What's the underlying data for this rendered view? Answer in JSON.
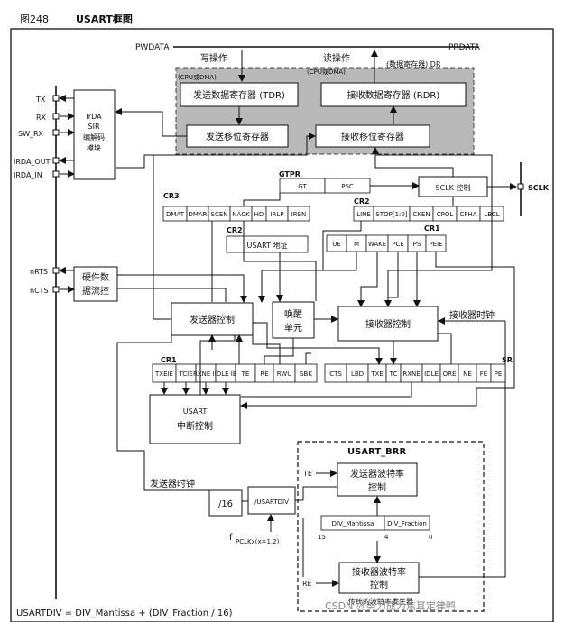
{
  "figure": {
    "caption_number": "图248",
    "caption_title": "USART框图",
    "formula": "USARTDIV = DIV_Mantissa + (DIV_Fraction / 16)",
    "watermark": "CSDN @努力成为焦耳定律鸭"
  },
  "buses": {
    "pwdata": "PWDATA",
    "prdata": "PRDATA",
    "write_op": "写操作",
    "read_op": "读操作",
    "data_register": "(数据寄存器) DR",
    "cpu_dma_1": "(CPU或DMA)",
    "cpu_dma_2": "(CPU或DMA)"
  },
  "registers": {
    "tdr": "发送数据寄存器 (TDR)",
    "rdr": "接收数据寄存器 (RDR)",
    "tx_shift": "发送移位寄存器",
    "rx_shift": "接收移位寄存器"
  },
  "pins": {
    "tx": "TX",
    "rx": "RX",
    "sw_rx": "SW_RX",
    "irda_out": "IRDA_OUT",
    "irda_in": "IRDA_IN",
    "nrts": "nRTS",
    "ncts": "nCTS",
    "sclk": "SCLK"
  },
  "blocks": {
    "irda_1": "IrDA",
    "irda_2": "SIR",
    "irda_3": "编解码",
    "irda_4": "模块",
    "hwflow_1": "硬件数",
    "hwflow_2": "据流控",
    "gtpr": "GTPR",
    "gt": "GT",
    "psc": "PSC",
    "sclk_ctrl": "SCLK 控制",
    "usart_addr": "USART 地址",
    "wakeup_1": "唤醒",
    "wakeup_2": "单元",
    "tx_ctrl": "发送器控制",
    "rx_ctrl": "接收器控制",
    "rx_clock": "接收器时钟",
    "tx_clock": "发送器时钟",
    "irq_1": "USART",
    "irq_2": "中断控制",
    "div16": "/16",
    "usartdiv": "/USARTDIV",
    "fpclk_main": "f",
    "fpclk_sub": "PCLKx(x=1,2)"
  },
  "cr3": {
    "label": "CR3",
    "cells": [
      "DMAT",
      "DMAR",
      "SCEN",
      "NACK",
      "HD",
      "IRLP",
      "IREN"
    ]
  },
  "cr2_top": {
    "label": "CR2",
    "cells": [
      "LINE",
      "STOP[1:0]",
      "CKEN",
      "CPOL",
      "CPHA",
      "LBCL"
    ]
  },
  "cr2_addr": {
    "label": "CR2"
  },
  "cr1_top": {
    "label": "CR1",
    "cells": [
      "UE",
      "M",
      "WAKE",
      "PCE",
      "PS",
      "PEIE"
    ]
  },
  "cr1_bottom": {
    "label": "CR1",
    "cells": [
      "TXEIE",
      "TCIE",
      "RXNE IE",
      "IDLE IE",
      "TE",
      "RE",
      "RWU",
      "SBK"
    ]
  },
  "sr": {
    "label": "SR",
    "cells": [
      "CTS",
      "LBD",
      "TXE",
      "TC",
      "RXNE",
      "IDLE",
      "ORE",
      "NE",
      "FE",
      "PE"
    ]
  },
  "brr": {
    "title": "USART_BRR",
    "te": "TE",
    "re": "RE",
    "tx_baud_1": "发送器波特率",
    "tx_baud_2": "控制",
    "rx_baud_1": "接收器波特率",
    "rx_baud_2": "控制",
    "mantissa": "DIV_Mantissa",
    "fraction": "DIV_Fraction",
    "bit15": "15",
    "bit4": "4",
    "bit0": "0",
    "gen_label": "传统的波特率发生器"
  }
}
